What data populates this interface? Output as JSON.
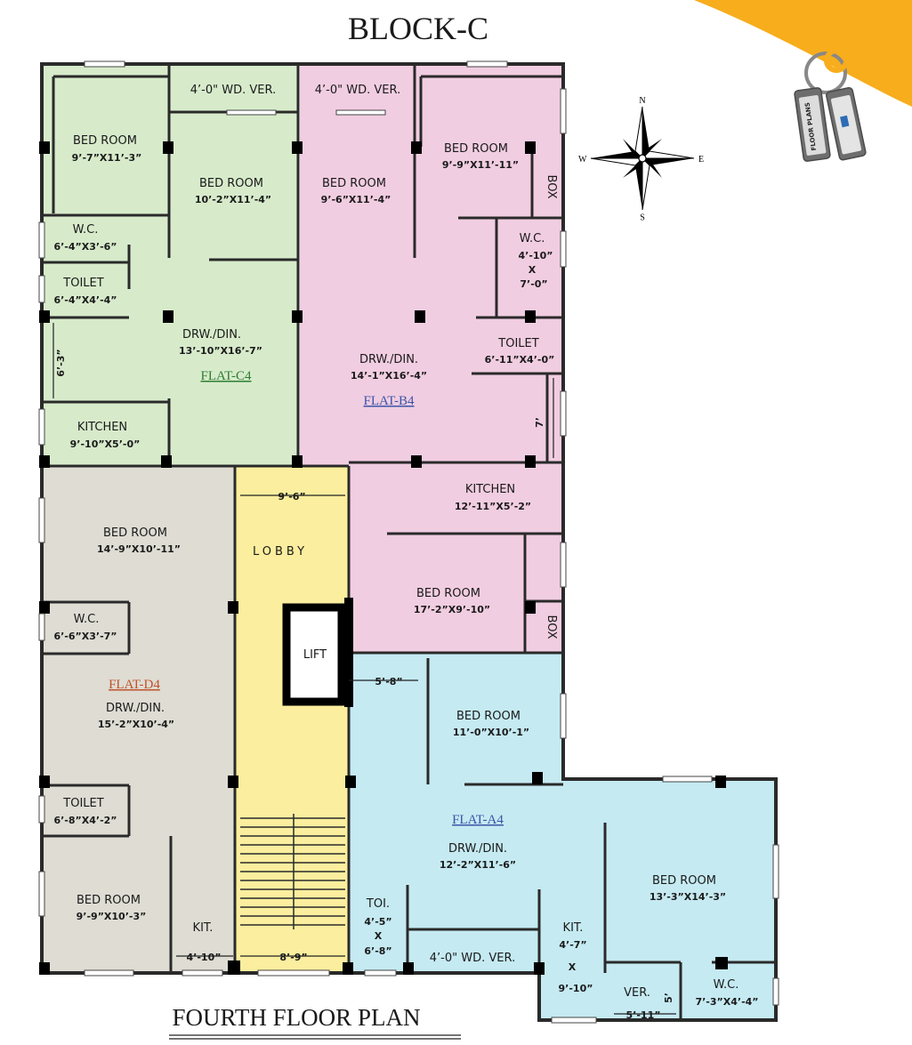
{
  "title": "BLOCK-C",
  "footer_title": "FOURTH FLOOR PLAN",
  "badge": {
    "tag_text": "FLOOR PLANS"
  },
  "compass": {
    "n": "N",
    "s": "S",
    "e": "E",
    "w": "W"
  },
  "colors": {
    "flat_c": "#d7ebcb",
    "flat_b": "#f1cde1",
    "flat_d": "#dedcd3",
    "flat_a": "#c5eaf2",
    "lobby": "#fbee9e",
    "accent": "#f7ad1c"
  },
  "flats": {
    "c4": "FLAT-C4",
    "b4": "FLAT-B4",
    "d4": "FLAT-D4",
    "a4": "FLAT-A4"
  },
  "rooms": {
    "c4_bed1": {
      "name": "BED ROOM",
      "dim": "9’-7”X11’-3”"
    },
    "c4_ver": {
      "name": "4’-0\" WD. VER."
    },
    "c4_bed2": {
      "name": "BED ROOM",
      "dim": "10’-2”X11’-4”"
    },
    "c4_wc": {
      "name": "W.C.",
      "dim": "6’-4”X3’-6”"
    },
    "c4_toilet": {
      "name": "TOILET",
      "dim": "6’-4”X4’-4”"
    },
    "c4_drw": {
      "name": "DRW./DIN.",
      "dim": "13’-10”X16’-7”"
    },
    "c4_kitchen": {
      "name": "KITCHEN",
      "dim": "9’-10”X5’-0”"
    },
    "c4_side_dim": "6’-3”",
    "b4_ver": {
      "name": "4’-0\" WD. VER."
    },
    "b4_bed1": {
      "name": "BED ROOM",
      "dim": "9’-6”X11’-4”"
    },
    "b4_bed2": {
      "name": "BED ROOM",
      "dim": "9’-9”X11’-11”"
    },
    "b4_box1": "BOX",
    "b4_wc": {
      "name": "W.C.",
      "dim1": "4’-10”",
      "dim2": "X",
      "dim3": "7’-0”"
    },
    "b4_toilet": {
      "name": "TOILET",
      "dim": "6’-11”X4’-0”"
    },
    "b4_drw": {
      "name": "DRW./DIN.",
      "dim": "14’-1”X16’-4”"
    },
    "b4_side_dim": "7’",
    "b4_kitchen": {
      "name": "KITCHEN",
      "dim": "12’-11”X5’-2”"
    },
    "b4_bed3": {
      "name": "BED ROOM",
      "dim": "17’-2”X9’-10”"
    },
    "b4_box2": "BOX",
    "lobby": {
      "name": "LOBBY",
      "dim_top": "9’-6”",
      "dim_bottom": "8’-9”"
    },
    "lift": "LIFT",
    "lift_dim": "5’-8”",
    "d4_bed1": {
      "name": "BED ROOM",
      "dim": "14’-9”X10’-11”"
    },
    "d4_wc": {
      "name": "W.C.",
      "dim": "6’-6”X3’-7”"
    },
    "d4_drw": {
      "name": "DRW./DIN.",
      "dim": "15’-2”X10’-4”"
    },
    "d4_toilet": {
      "name": "TOILET",
      "dim": "6’-8”X4’-2”"
    },
    "d4_bed2": {
      "name": "BED ROOM",
      "dim": "9’-9”X10’-3”"
    },
    "d4_kit": {
      "name": "KIT.",
      "dim": "4’-10”"
    },
    "a4_bed1": {
      "name": "BED ROOM",
      "dim": "11’-0”X10’-1”"
    },
    "a4_drw": {
      "name": "DRW./DIN.",
      "dim": "12’-2”X11’-6”"
    },
    "a4_toi": {
      "name": "TOI.",
      "dim1": "4’-5”",
      "dim2": "X",
      "dim3": "6’-8”"
    },
    "a4_ver": {
      "name": "4’-0\" WD. VER."
    },
    "a4_kit": {
      "name": "KIT.",
      "dim1": "4’-7”",
      "dim2": "X",
      "dim3": "9’-10”"
    },
    "a4_bed2": {
      "name": "BED ROOM",
      "dim": "13’-3”X14’-3”"
    },
    "a4_verr": {
      "name": "VER.",
      "dim": "5’-11”",
      "dim_v": "5’"
    },
    "a4_wc": {
      "name": "W.C.",
      "dim": "7’-3”X4’-4”"
    }
  }
}
